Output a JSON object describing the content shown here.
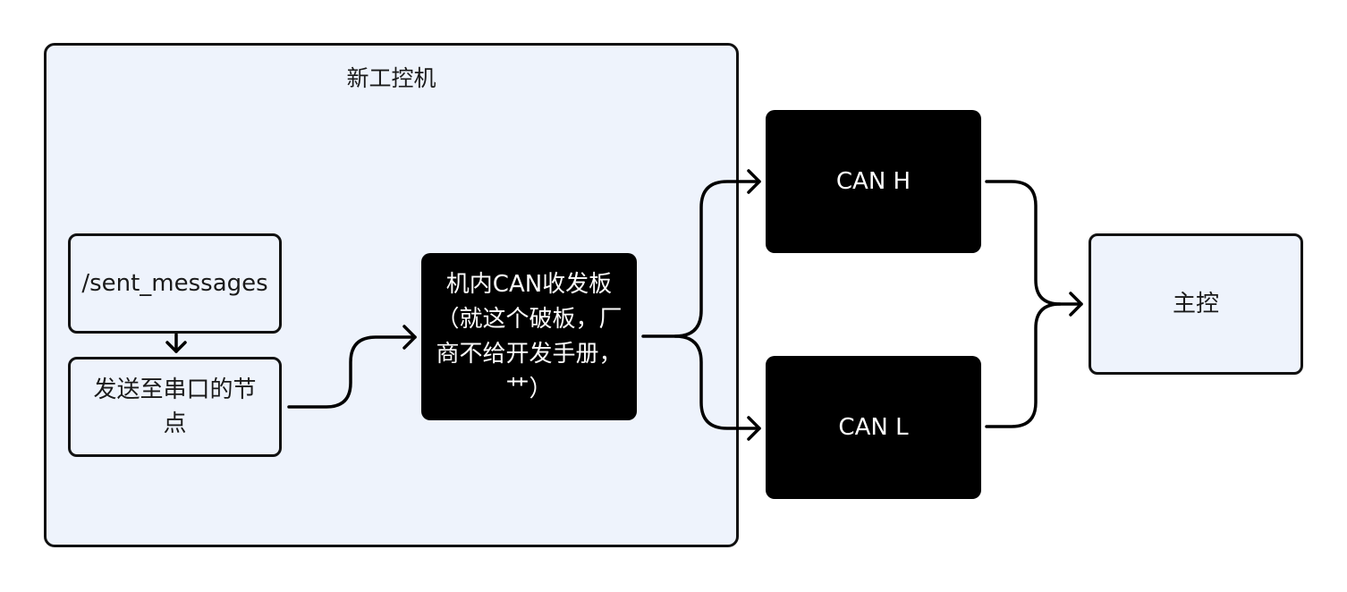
{
  "container": {
    "title": "新工控机"
  },
  "nodes": {
    "sent_messages": "/sent_messages",
    "serial_node": "发送至串口的节点",
    "can_board": "机内CAN收发板（就这个破板，厂商不给开发手册，艹）",
    "can_h": "CAN H",
    "can_l": "CAN L",
    "master": "主控"
  },
  "colors": {
    "container_fill": "#eef3fc",
    "light_node_fill": "#eef3fc",
    "dark_node_fill": "#000000",
    "stroke": "#000000"
  }
}
